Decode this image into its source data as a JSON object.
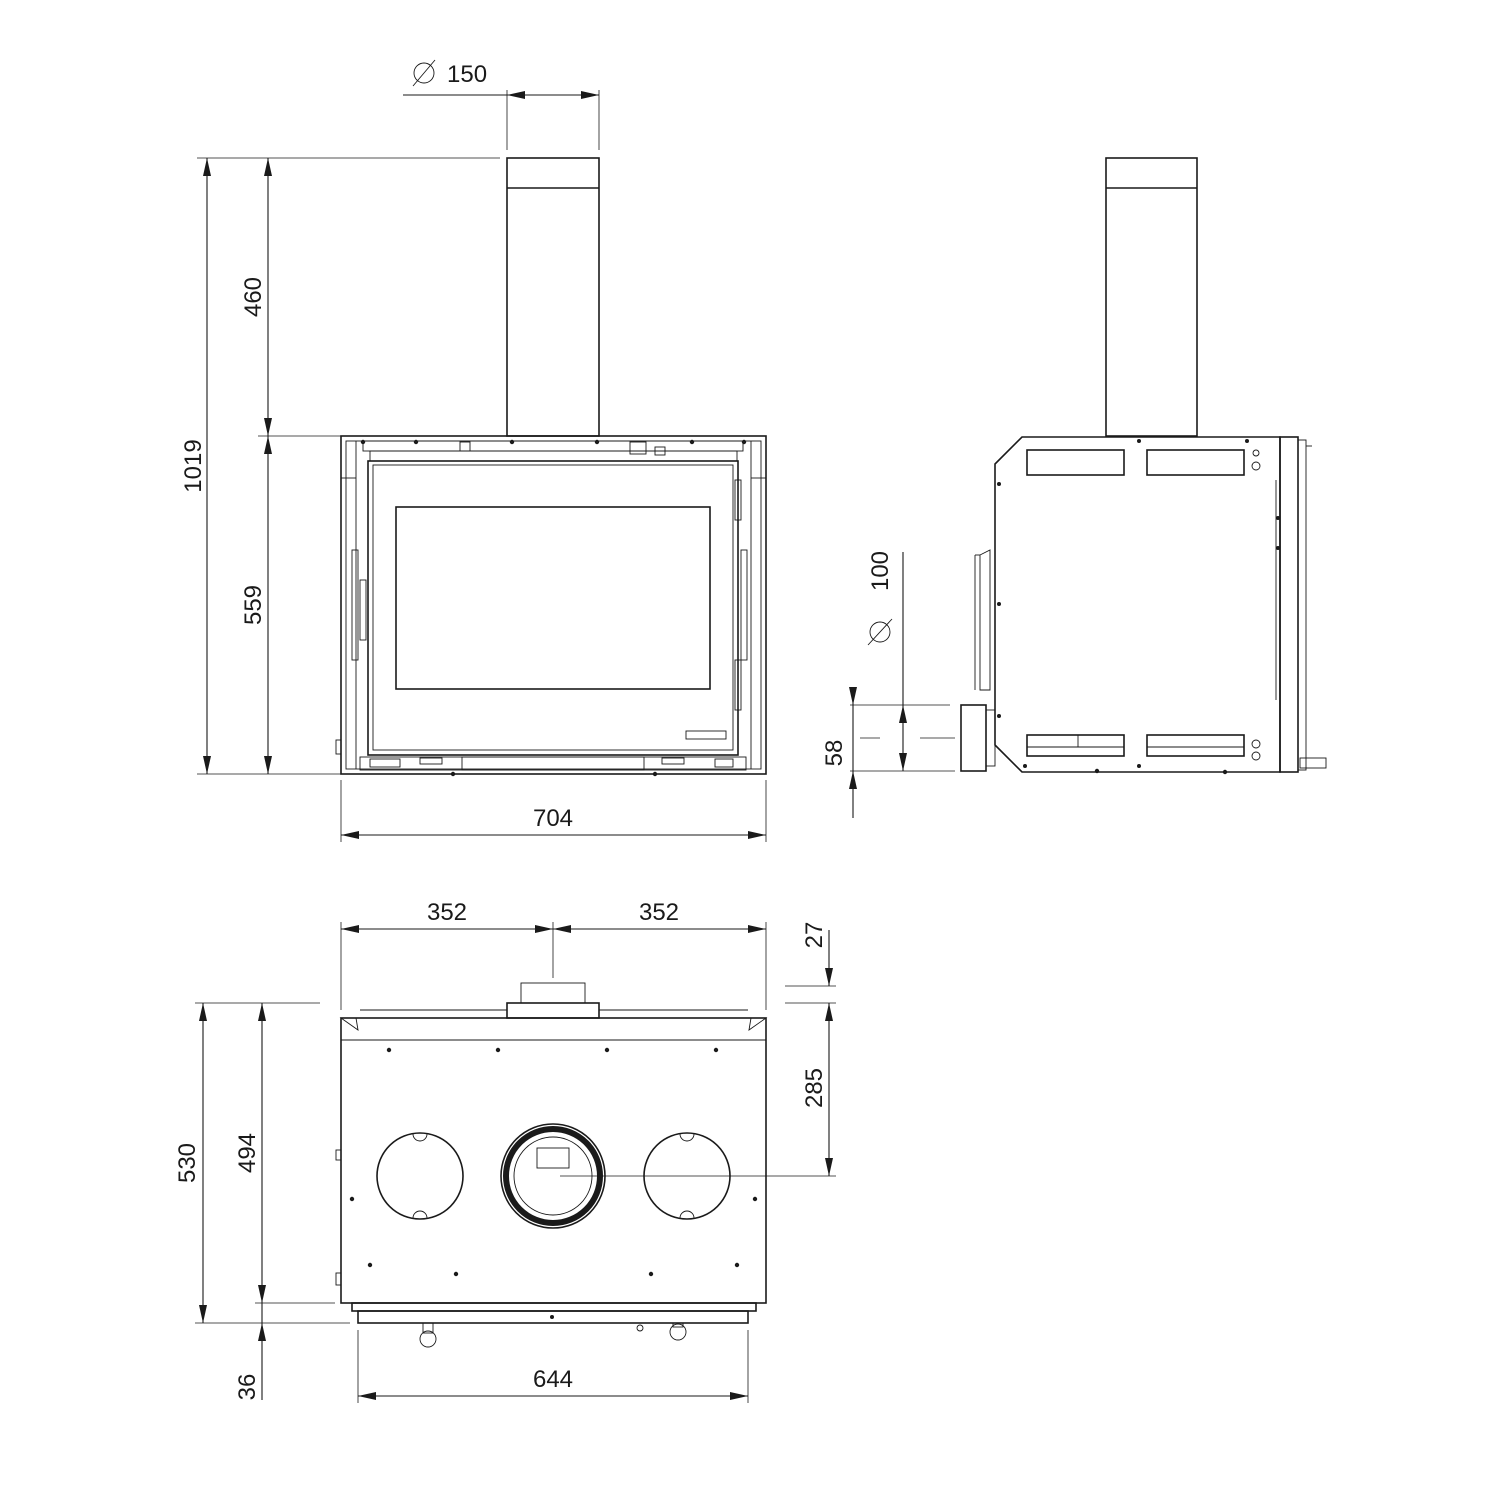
{
  "dimensions": {
    "flue_diameter": "150",
    "flue_height": "460",
    "total_height": "1019",
    "body_height": "559",
    "front_width": "704",
    "air_inlet_diameter": "100",
    "air_inlet_height": "58",
    "half_width_left": "352",
    "half_width_right": "352",
    "flue_offset": "27",
    "flue_center_depth": "285",
    "body_depth": "494",
    "total_depth": "530",
    "base_depth": "36",
    "base_width": "644"
  },
  "symbols": {
    "diameter": "∅"
  }
}
